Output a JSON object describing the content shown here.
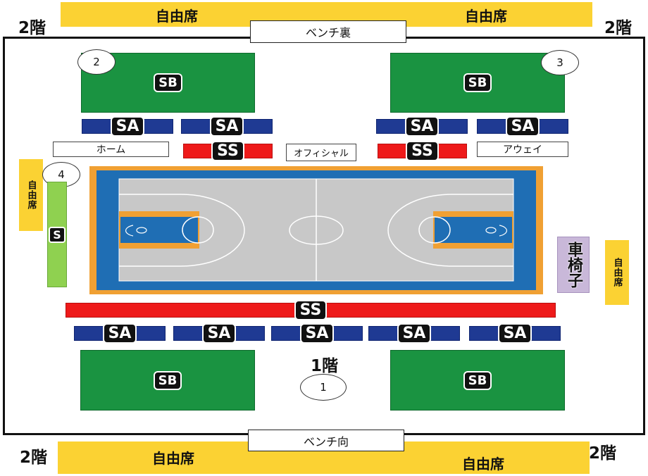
{
  "free_seat_label": "自由席",
  "floor2_label": "2階",
  "floor1_label": "1階",
  "bench_back": "ベンチ裏",
  "bench_front": "ベンチ向",
  "home": "ホーム",
  "away": "アウェイ",
  "official": "オフィシャル",
  "wheelchair": "車椅子",
  "sections": {
    "sb": "SB",
    "sa": "SA",
    "ss": "SS",
    "s": "S"
  },
  "entrances": [
    "1",
    "2",
    "3",
    "4"
  ]
}
